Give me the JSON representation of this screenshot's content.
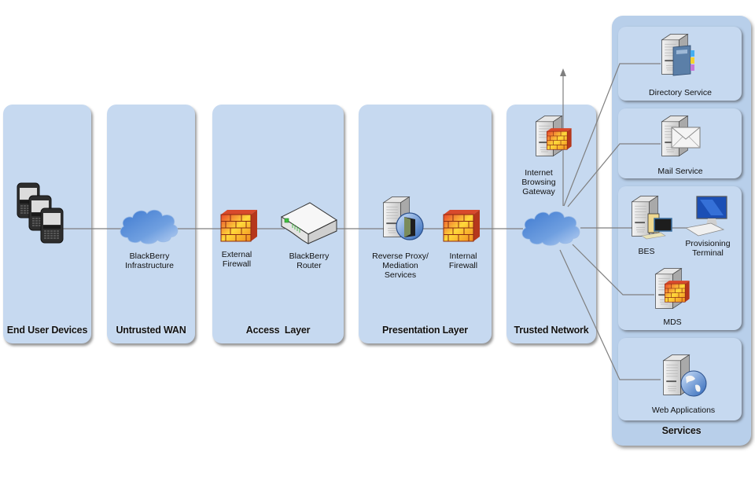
{
  "diagram": {
    "layers": [
      {
        "id": "end-user-devices",
        "title": "End User Devices"
      },
      {
        "id": "untrusted-wan",
        "title": "Untrusted WAN"
      },
      {
        "id": "access-layer",
        "title": "Access  Layer"
      },
      {
        "id": "presentation-layer",
        "title": "Presentation Layer"
      },
      {
        "id": "trusted-network",
        "title": "Trusted Network"
      }
    ],
    "nodes": {
      "devices": {
        "label": "",
        "icon": "smartphones-icon"
      },
      "blackberry_infrastructure": {
        "label": "BlackBerry\nInfrastructure",
        "icon": "cloud-icon"
      },
      "external_firewall": {
        "label": "External\nFirewall",
        "icon": "firewall-icon"
      },
      "blackberry_router": {
        "label": "BlackBerry\nRouter",
        "icon": "router-icon"
      },
      "reverse_proxy": {
        "label": "Reverse Proxy/\nMediation\nServices",
        "icon": "proxy-server-icon"
      },
      "internal_firewall": {
        "label": "Internal\nFirewall",
        "icon": "firewall-icon"
      },
      "internet_gateway": {
        "label": "Internet\nBrowsing\nGateway",
        "icon": "gateway-server-icon"
      },
      "trusted_cloud": {
        "label": "",
        "icon": "cloud-icon"
      }
    },
    "services": {
      "title": "Services",
      "items": [
        {
          "label": "Directory Service",
          "icon": "directory-server-icon"
        },
        {
          "label": "Mail Service",
          "icon": "mail-server-icon"
        },
        {
          "label": "BES",
          "icon": "bes-server-icon"
        },
        {
          "label": "Provisioning\nTerminal",
          "icon": "workstation-icon"
        },
        {
          "label": "MDS",
          "icon": "mds-server-icon"
        },
        {
          "label": "Web Applications",
          "icon": "web-server-icon"
        }
      ]
    },
    "colors": {
      "panel": "#c6d9f0",
      "services_container": "#b8cfea",
      "connector": "#7f7f7f",
      "cloud": "#5b8fd6"
    }
  }
}
